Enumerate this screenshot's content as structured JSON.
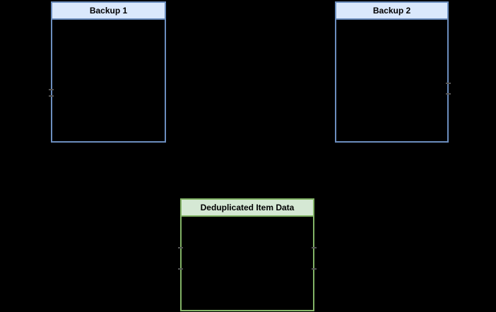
{
  "diagram": {
    "background_color": "#000000",
    "nodes": [
      {
        "id": "backup1",
        "title": "Backup 1",
        "header_fill": "#dae8fc",
        "stroke": "#6c8ebf",
        "body_fill": "transparent"
      },
      {
        "id": "backup2",
        "title": "Backup 2",
        "header_fill": "#dae8fc",
        "stroke": "#6c8ebf",
        "body_fill": "transparent"
      },
      {
        "id": "dedup",
        "title": "Deduplicated Item Data",
        "header_fill": "#d5e8d4",
        "stroke": "#82b366",
        "body_fill": "transparent"
      }
    ],
    "tick_color": "#555555"
  }
}
